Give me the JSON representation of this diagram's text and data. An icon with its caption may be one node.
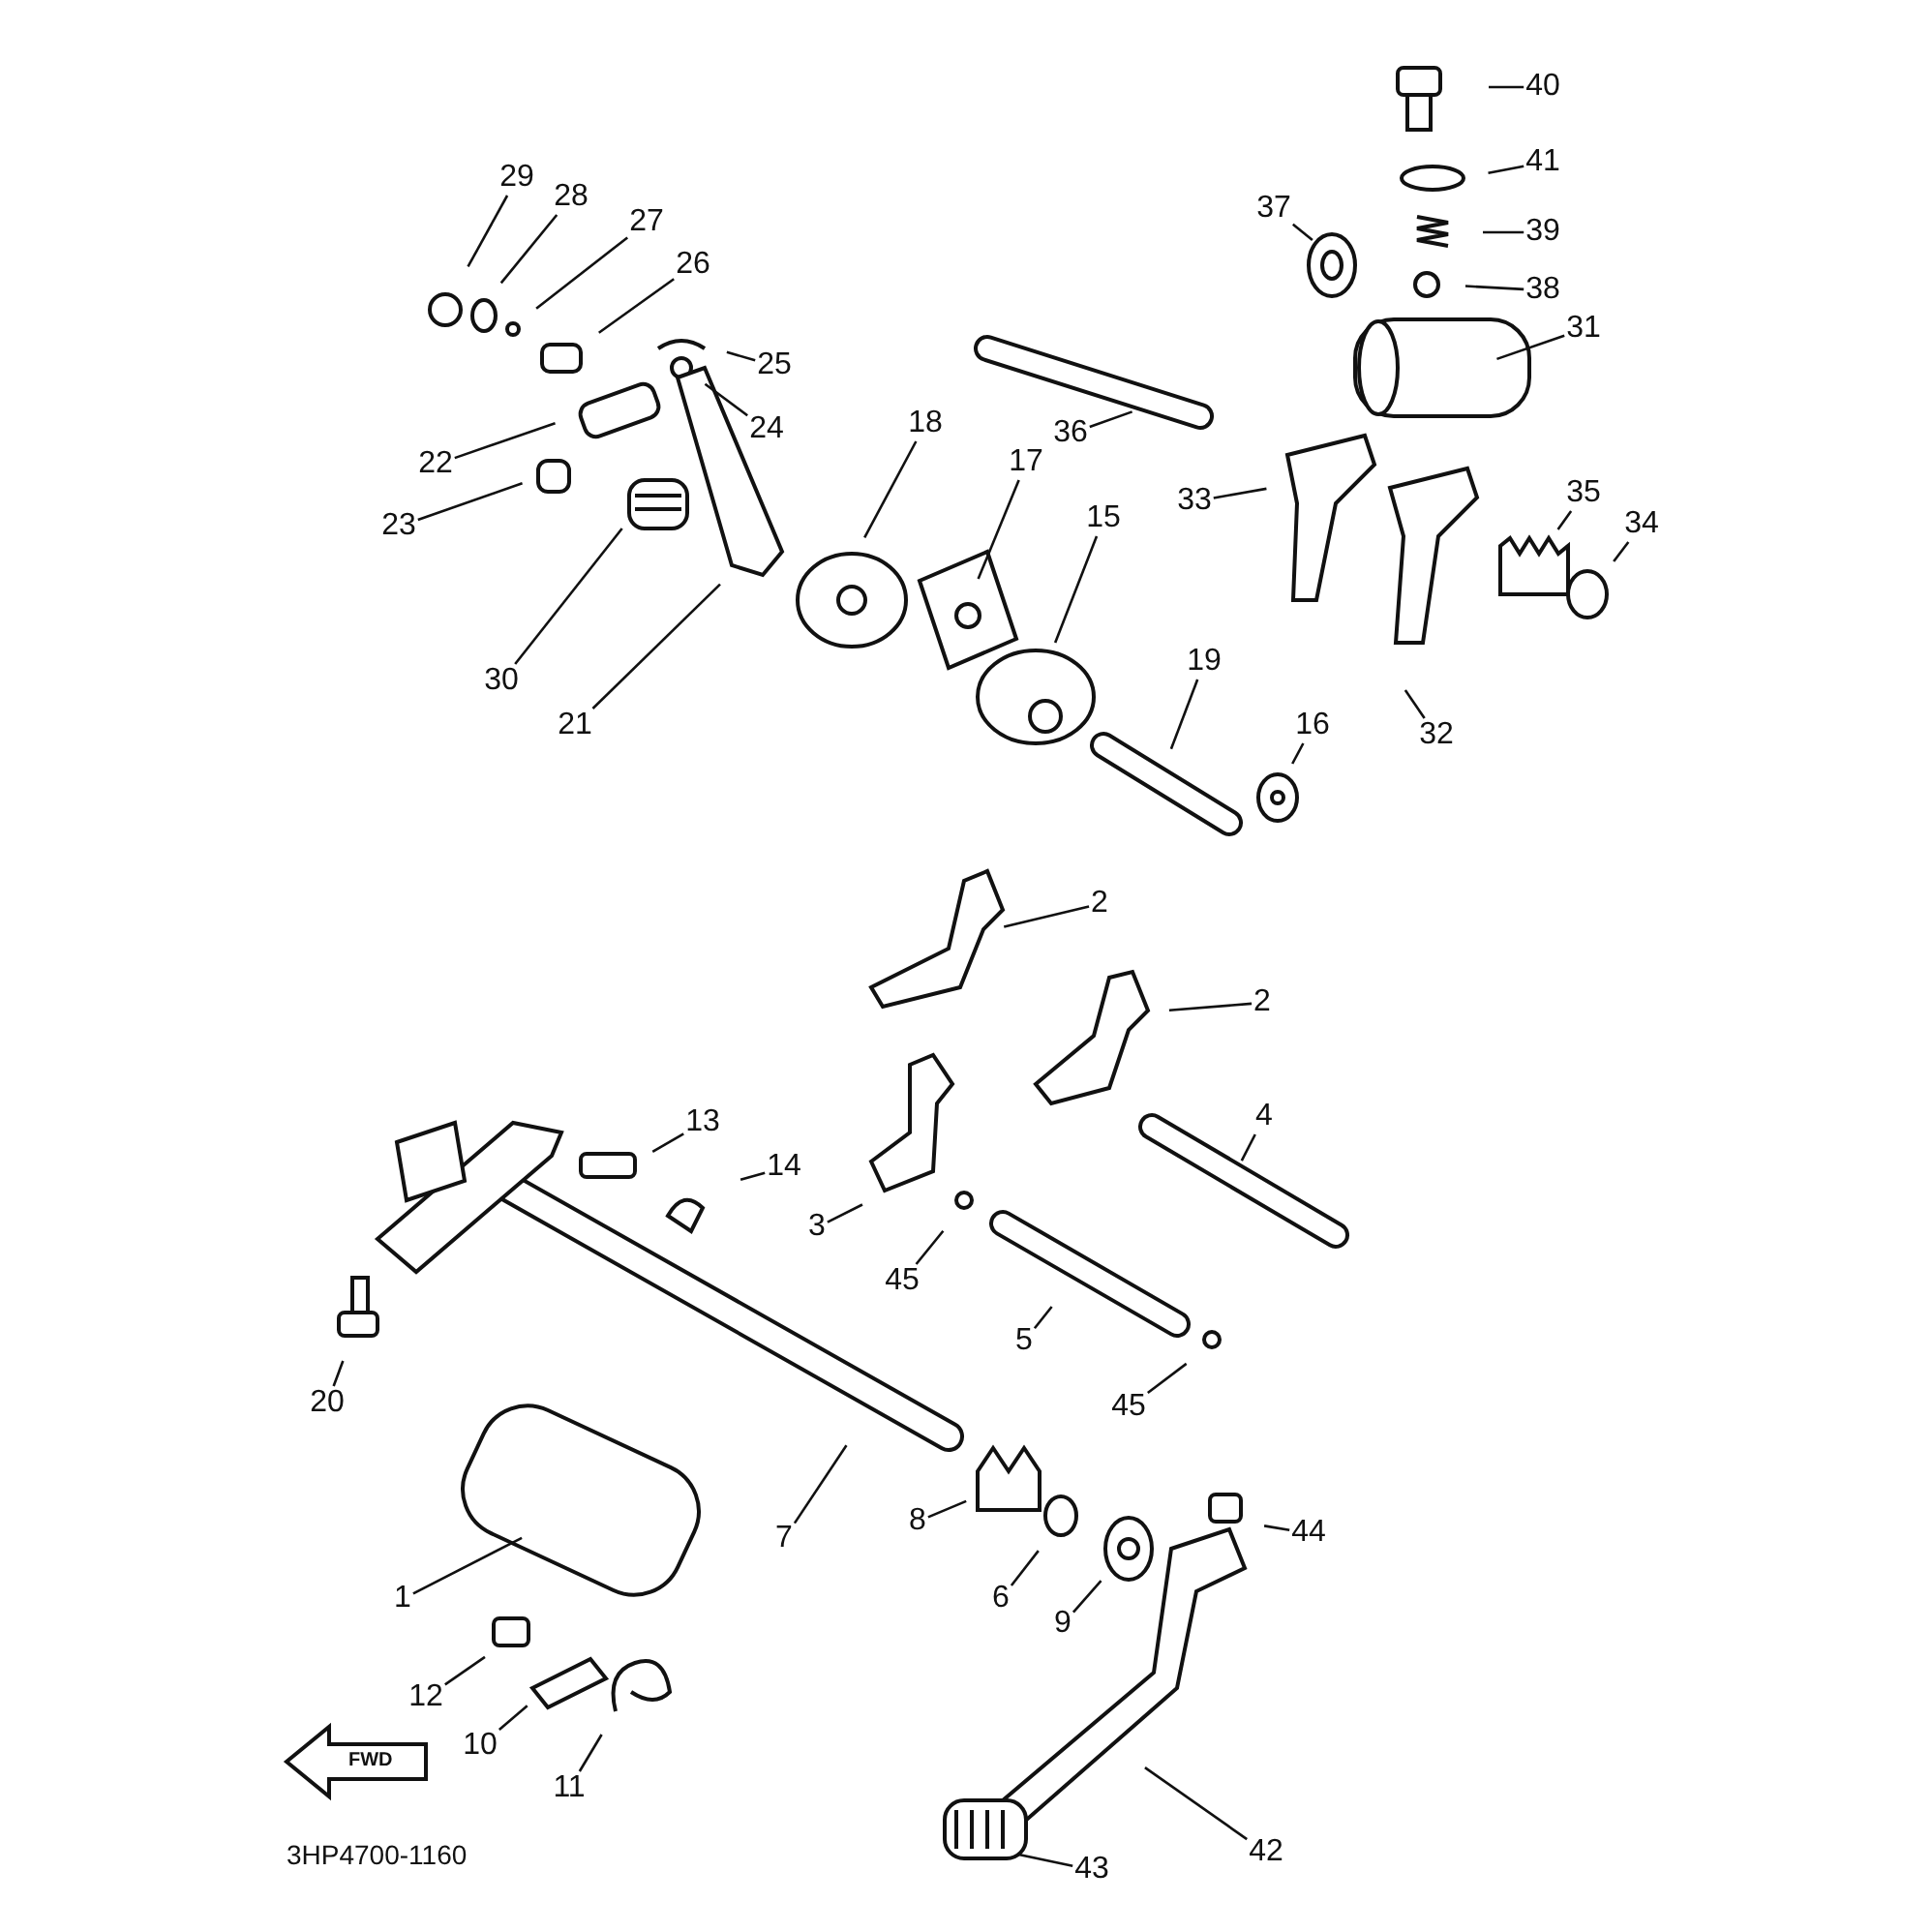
{
  "diagram": {
    "nodes": [
      {
        "text": [
          "40"
        ]
      },
      {
        "text": [
          "29"
        ]
      },
      {
        "text": [
          "28"
        ]
      },
      {
        "text": [
          "41"
        ]
      },
      {
        "text": [
          "27"
        ]
      },
      {
        "text": [
          "37"
        ]
      },
      {
        "text": [
          "39"
        ]
      },
      {
        "text": [
          "26"
        ]
      },
      {
        "text": [
          "38"
        ]
      },
      {
        "text": [
          "31"
        ]
      },
      {
        "text": [
          "25"
        ]
      },
      {
        "text": [
          "24"
        ]
      },
      {
        "text": [
          "36"
        ]
      },
      {
        "text": [
          "22"
        ]
      },
      {
        "text": [
          "23"
        ]
      },
      {
        "text": [
          "18"
        ]
      },
      {
        "text": [
          "17"
        ]
      },
      {
        "text": [
          "33"
        ]
      },
      {
        "text": [
          "34"
        ]
      },
      {
        "text": [
          "35"
        ]
      },
      {
        "text": [
          "15"
        ]
      },
      {
        "text": [
          "30"
        ]
      },
      {
        "text": [
          "21"
        ]
      },
      {
        "text": [
          "19"
        ]
      },
      {
        "text": [
          "16"
        ]
      },
      {
        "text": [
          "32"
        ]
      },
      {
        "text": [
          "2"
        ]
      },
      {
        "text": [
          "2"
        ]
      },
      {
        "text": [
          "13"
        ]
      },
      {
        "text": [
          "4"
        ]
      },
      {
        "text": [
          "14"
        ]
      },
      {
        "text": [
          "3"
        ]
      },
      {
        "text": [
          "45"
        ]
      },
      {
        "text": [
          "20"
        ]
      },
      {
        "text": [
          "5"
        ]
      },
      {
        "text": [
          "45"
        ]
      },
      {
        "text": [
          "7"
        ]
      },
      {
        "text": [
          "8"
        ]
      },
      {
        "text": [
          "44"
        ]
      },
      {
        "text": [
          "1"
        ]
      },
      {
        "text": [
          "6"
        ]
      },
      {
        "text": [
          "9"
        ]
      },
      {
        "text": [
          "12"
        ]
      },
      {
        "text": [
          "10"
        ]
      },
      {
        "text": [
          "11"
        ]
      },
      {
        "text": [
          "42"
        ]
      },
      {
        "text": [
          "43"
        ]
      }
    ],
    "edges": [
      {
        "from": 0,
        "to": null,
        "arrow": "none"
      },
      {
        "from": 1,
        "to": null,
        "arrow": "none"
      },
      {
        "from": 2,
        "to": null,
        "arrow": "none"
      },
      {
        "from": 3,
        "to": null,
        "arrow": "none"
      },
      {
        "from": 4,
        "to": null,
        "arrow": "none"
      },
      {
        "from": 5,
        "to": null,
        "arrow": "none"
      },
      {
        "from": 6,
        "to": null,
        "arrow": "none"
      },
      {
        "from": 7,
        "to": null,
        "arrow": "none"
      },
      {
        "from": 8,
        "to": null,
        "arrow": "none"
      },
      {
        "from": 9,
        "to": null,
        "arrow": "none"
      },
      {
        "from": 10,
        "to": null,
        "arrow": "none"
      },
      {
        "from": 11,
        "to": null,
        "arrow": "none"
      },
      {
        "from": 12,
        "to": null,
        "arrow": "none"
      },
      {
        "from": 13,
        "to": null,
        "arrow": "none"
      },
      {
        "from": 14,
        "to": null,
        "arrow": "none"
      },
      {
        "from": 15,
        "to": null,
        "arrow": "none"
      },
      {
        "from": 16,
        "to": null,
        "arrow": "none"
      },
      {
        "from": 17,
        "to": null,
        "arrow": "none"
      },
      {
        "from": 18,
        "to": null,
        "arrow": "none"
      },
      {
        "from": 19,
        "to": null,
        "arrow": "none"
      },
      {
        "from": 20,
        "to": null,
        "arrow": "none"
      },
      {
        "from": 21,
        "to": null,
        "arrow": "none"
      },
      {
        "from": 22,
        "to": null,
        "arrow": "none"
      },
      {
        "from": 23,
        "to": null,
        "arrow": "none"
      },
      {
        "from": 24,
        "to": null,
        "arrow": "none"
      },
      {
        "from": 25,
        "to": null,
        "arrow": "none"
      },
      {
        "from": 26,
        "to": null,
        "arrow": "none"
      },
      {
        "from": 27,
        "to": null,
        "arrow": "none"
      },
      {
        "from": 28,
        "to": null,
        "arrow": "none"
      },
      {
        "from": 29,
        "to": null,
        "arrow": "none"
      },
      {
        "from": 30,
        "to": null,
        "arrow": "none"
      },
      {
        "from": 31,
        "to": null,
        "arrow": "none"
      },
      {
        "from": 32,
        "to": null,
        "arrow": "none"
      },
      {
        "from": 33,
        "to": null,
        "arrow": "none"
      },
      {
        "from": 34,
        "to": null,
        "arrow": "none"
      },
      {
        "from": 35,
        "to": null,
        "arrow": "none"
      },
      {
        "from": 36,
        "to": null,
        "arrow": "none"
      },
      {
        "from": 37,
        "to": null,
        "arrow": "none"
      },
      {
        "from": 38,
        "to": null,
        "arrow": "none"
      },
      {
        "from": 39,
        "to": null,
        "arrow": "none"
      },
      {
        "from": 40,
        "to": null,
        "arrow": "none"
      },
      {
        "from": 41,
        "to": null,
        "arrow": "none"
      },
      {
        "from": 42,
        "to": null,
        "arrow": "none"
      },
      {
        "from": 43,
        "to": null,
        "arrow": "none"
      },
      {
        "from": 44,
        "to": null,
        "arrow": "none"
      },
      {
        "from": 45,
        "to": null,
        "arrow": "none"
      },
      {
        "from": 46,
        "to": null,
        "arrow": "none"
      }
    ],
    "labels": [
      "FWD",
      "3HP4700-1160"
    ]
  }
}
